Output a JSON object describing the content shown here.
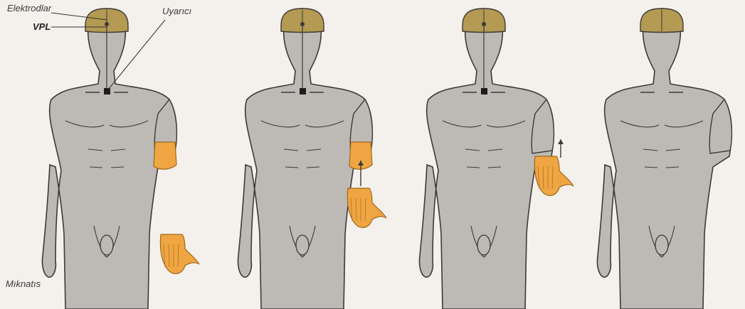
{
  "labels": {
    "electrodes": "Elektrodlar",
    "vpl": "VPL",
    "stimulator": "Uyarıcı",
    "magnet": "Mıknatıs"
  },
  "panels": [
    {
      "id": "panel-1",
      "has_electrodes": true,
      "has_stimulator": true,
      "hand_state": "detached",
      "stump_colored": true
    },
    {
      "id": "panel-2",
      "has_electrodes": true,
      "has_stimulator": true,
      "hand_state": "rising",
      "stump_colored": true
    },
    {
      "id": "panel-3",
      "has_electrodes": true,
      "has_stimulator": true,
      "hand_state": "near",
      "stump_colored": false
    },
    {
      "id": "panel-4",
      "has_electrodes": false,
      "has_stimulator": false,
      "hand_state": "none",
      "stump_colored": false
    }
  ],
  "colors": {
    "body": "#bdb9b5",
    "outline": "#3c3a38",
    "brain": "#b49a52",
    "skin_highlight": "#efa642",
    "background": "#f4f1ec"
  }
}
